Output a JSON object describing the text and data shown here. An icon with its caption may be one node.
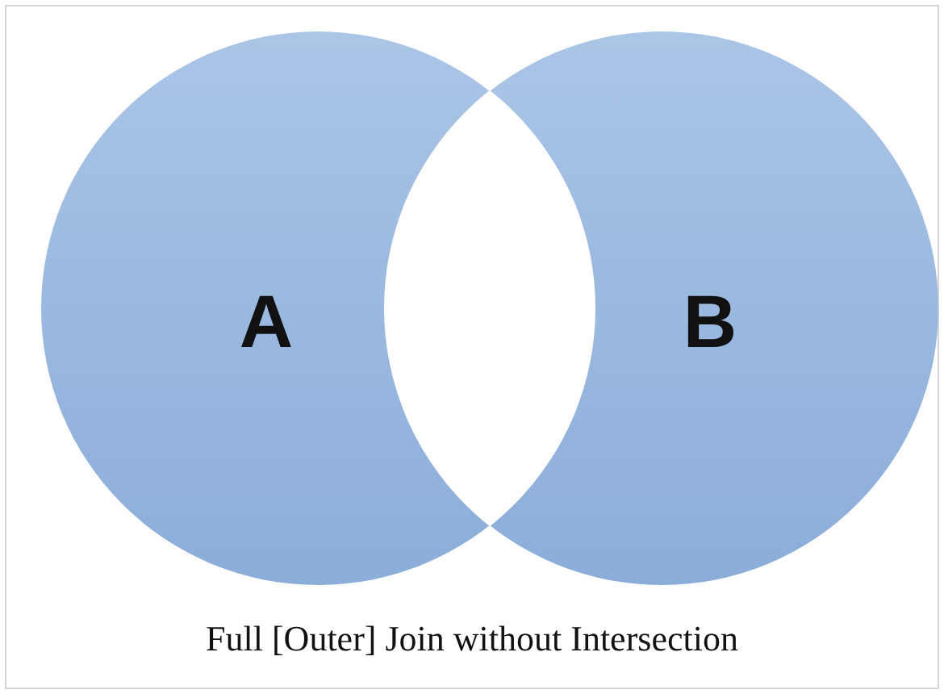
{
  "diagram": {
    "caption": "Full [Outer] Join without Intersection",
    "nodes": [
      {
        "text": [
          "A"
        ]
      },
      {
        "text": [
          "B"
        ]
      }
    ],
    "edges": []
  }
}
